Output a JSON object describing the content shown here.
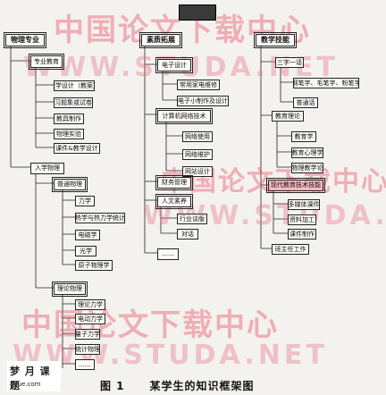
{
  "banner": {
    "label": ""
  },
  "watermarks": {
    "cn": "中国论文下载中心",
    "url": "WWW.STUDA.NET"
  },
  "columns": {
    "col1": {
      "header": "物理专业",
      "groups": [
        {
          "label": "专业教育",
          "items": [
            "教学设计（教案）",
            "习题集或试卷",
            "教具制作",
            "物理实验",
            "课件&教学设计"
          ]
        },
        {
          "label": "入学物理",
          "sub": [
            {
              "label": "普通物理",
              "items": [
                "力学",
                "热学与热力学统计",
                "电磁学",
                "光学",
                "原子物理学"
              ]
            },
            {
              "label": "理论物理",
              "items": [
                "理论力学",
                "电动力学",
                "量子力学",
                "统计物理",
                "……"
              ]
            }
          ]
        }
      ]
    },
    "col2": {
      "header": "素质拓展",
      "groups": [
        {
          "label": "电子设计",
          "items": [
            "常用家电维修",
            "电子小制作及设计"
          ]
        },
        {
          "label": "计算机网络技术",
          "items": [
            "网络使用",
            "网络维护",
            "网站设计"
          ]
        },
        {
          "label": "财务管理",
          "items": []
        },
        {
          "label": "人文素养",
          "items": [
            "行业谈版",
            "对话"
          ]
        },
        {
          "label": "……",
          "items": []
        }
      ]
    },
    "col3": {
      "header": "教学技能",
      "groups": [
        {
          "label": "三字一话",
          "items": [
            "钢笔字、毛笔字、粉笔字",
            "普通话"
          ]
        },
        {
          "label": "教育理论",
          "items": [
            "教育学",
            "教育心理学",
            "物理教学论"
          ]
        },
        {
          "label": "现代教育技术技能",
          "items": [
            "多媒体课件",
            "资料加工",
            "课件制作"
          ]
        },
        {
          "label": "班主任工作",
          "items": []
        }
      ]
    }
  },
  "caption": {
    "number": "图 1",
    "text": "某学生的知识框架图"
  },
  "logo": {
    "line1": "梦 月 课 题",
    "line2": "5yue.com"
  },
  "colors": {
    "watermark": "#eb5a6e",
    "highlight": "#f4b8bc",
    "line": "#222222"
  }
}
